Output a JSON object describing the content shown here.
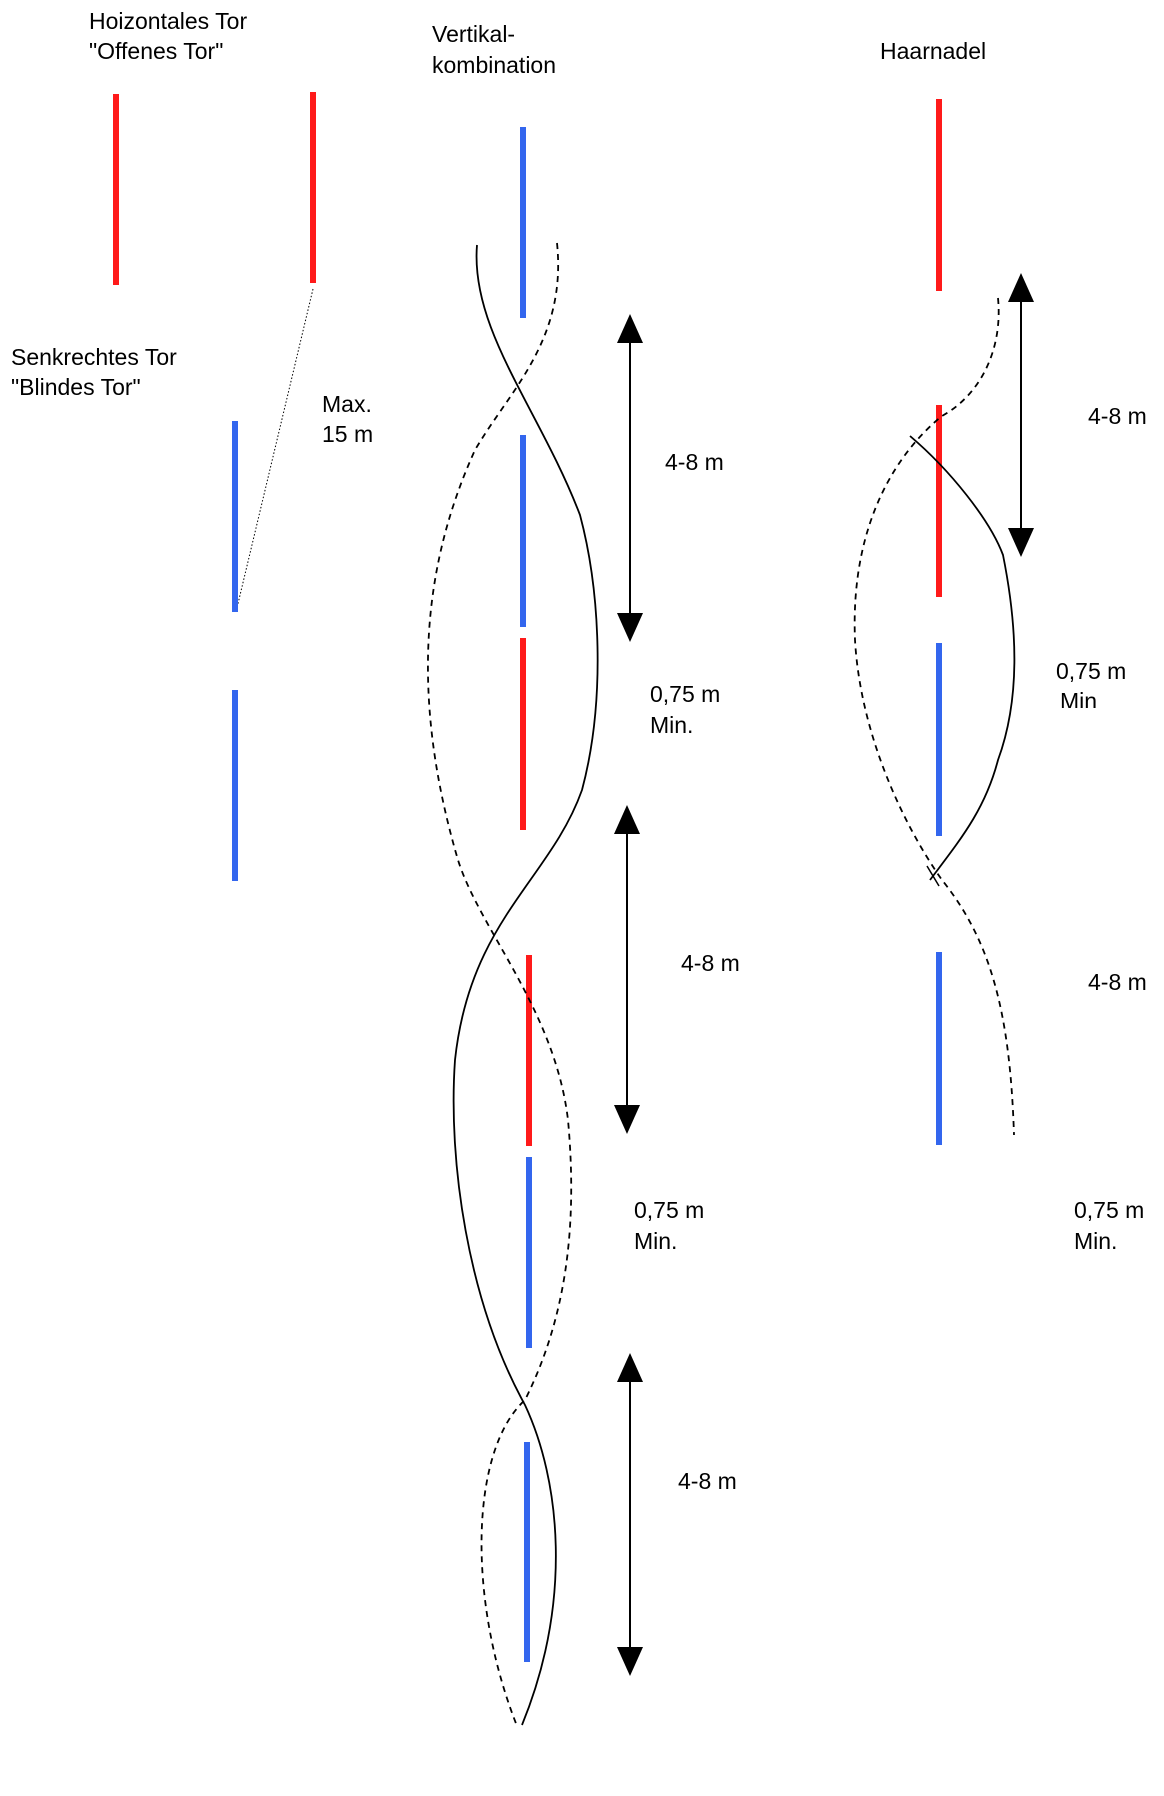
{
  "colors": {
    "red_pole": "#ff1a1a",
    "blue_pole": "#3366ee",
    "ink": "#000000"
  },
  "sections": {
    "horizontal": {
      "title_line1": "Hoizontales Tor",
      "title_line2": "\"Offenes Tor\""
    },
    "vertical_gate": {
      "title_line1": "Senkrechtes Tor",
      "title_line2": "\"Blindes Tor\"",
      "max_line1": "Max.",
      "max_line2": "15 m"
    },
    "vertical_combination": {
      "title_line1": "Vertikal-",
      "title_line2": "kombination",
      "dist_1": "4-8 m",
      "min_1_line1": "0,75 m",
      "min_1_line2": "Min.",
      "dist_2": "4-8 m",
      "min_2_line1": "0,75 m",
      "min_2_line2": "Min.",
      "dist_3": "4-8 m"
    },
    "hairpin": {
      "title": "Haarnadel",
      "dist_1": "4-8 m",
      "min_1_line1": "0,75 m",
      "min_1_line2": "Min",
      "dist_2": "4-8 m",
      "min_2_line1": "0,75 m",
      "min_2_line2": "Min."
    }
  },
  "icons": [
    "double-arrow-icon"
  ]
}
